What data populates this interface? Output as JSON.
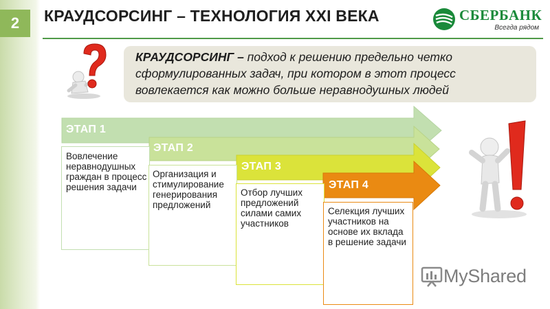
{
  "slide": {
    "number": "2",
    "title": "КРАУДСОРСИНГ – ТЕХНОЛОГИЯ XXI ВЕКА"
  },
  "logo": {
    "name": "СБЕРБАНК",
    "slogan": "Всегда рядом",
    "color": "#1a8a3a"
  },
  "definition": {
    "term": "КРАУДСОРСИНГ –",
    "text": " подход к решению предельно четко сформулированных задач, при котором в этот процесс вовлекается как можно больше неравнодушных людей"
  },
  "stages": [
    {
      "label": "ЭТАП 1",
      "description": "Вовлечение неравнодушных граждан в процесс решения задачи",
      "color": "#c2dfb0"
    },
    {
      "label": "ЭТАП 2",
      "description": "Организация и стимулирование генерирования предложений",
      "color": "#c9e29a"
    },
    {
      "label": "ЭТАП 3",
      "description": "Отбор лучших предложений силами самих участников",
      "color": "#dbe33a"
    },
    {
      "label": "ЭТАП 4",
      "description": "Селекция лучших участников на основе их вклада в решение задачи",
      "color": "#ea8a12"
    }
  ],
  "watermark": {
    "text": "MyShared"
  },
  "figures": {
    "question_icon": "question-mark-figure-icon",
    "exclamation_icon": "exclamation-mark-figure-icon"
  }
}
